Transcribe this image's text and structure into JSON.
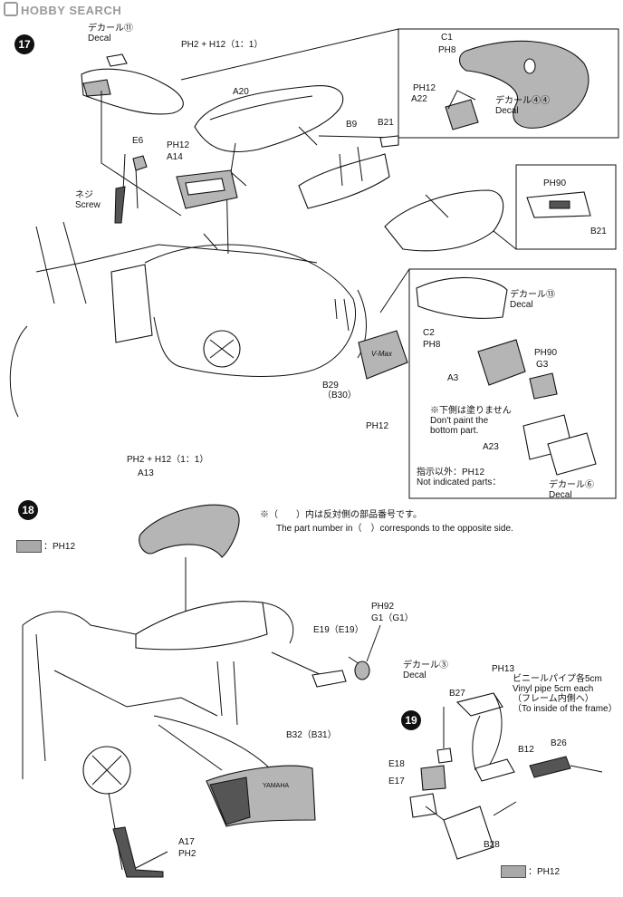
{
  "watermark": {
    "text": "HOBBY SEARCH",
    "icon": "hobby-search-logo-icon"
  },
  "steps": [
    "17",
    "18",
    "19"
  ],
  "step17": {
    "decal11": "デカール⑪\nDecal",
    "seat_paint": "PH2 + H12（1：1）",
    "a20": "A20",
    "c1": "C1",
    "c1_paint": "PH8",
    "a22_paint": "PH12",
    "a22": "A22",
    "decal4": "デカール④④\nDecal",
    "e6": "E6",
    "a14_paint": "PH12",
    "a14": "A14",
    "b9": "B9",
    "b21": "B21",
    "screw": "ネジ\nScrew",
    "inset_paint": "PH90",
    "inset_b21": "B21",
    "decal13": "デカール⑬\nDecal",
    "c2": "C2",
    "c2_paint": "PH8",
    "g3_paint": "PH90",
    "g3": "G3",
    "a3": "A3",
    "no_paint": "※下側は塗りません\nDon't paint the\nbottom part.",
    "a23": "A23",
    "not_indicated": "指示以外：PH12\nNot indicated parts：",
    "decal6": "デカール⑥\nDecal",
    "b29": "B29\n（B30）",
    "b29_paint": "PH12",
    "emblem": "V-Max"
  },
  "step18": {
    "a13_paint": "PH2 + H12（1：1）",
    "a13": "A13",
    "note_jp": "※（　　）内は反対側の部品番号です。",
    "note_en": "The part number in（　）corresponds to the opposite side.",
    "legend": "：PH12",
    "g1_paint": "PH92",
    "g1": "G1（G1）",
    "e19": "E19（E19）",
    "b32": "B32（B31）",
    "yamaha": "YAMAHA",
    "a17": "A17",
    "a17_paint": "PH2"
  },
  "step19": {
    "decal3": "デカール③\nDecal",
    "b27_paint": "PH13",
    "b27": "B27",
    "vinyl": "ビニールパイプ各5cm\nVinyl pipe 5cm each\n（フレーム内側へ）\n（To inside of the frame）",
    "e18": "E18",
    "e17": "E17",
    "b12": "B12",
    "b26": "B26",
    "b28": "B28",
    "legend": "：PH12"
  },
  "colors": {
    "gray_paint": "#a9a9a9",
    "ink": "#111111"
  }
}
